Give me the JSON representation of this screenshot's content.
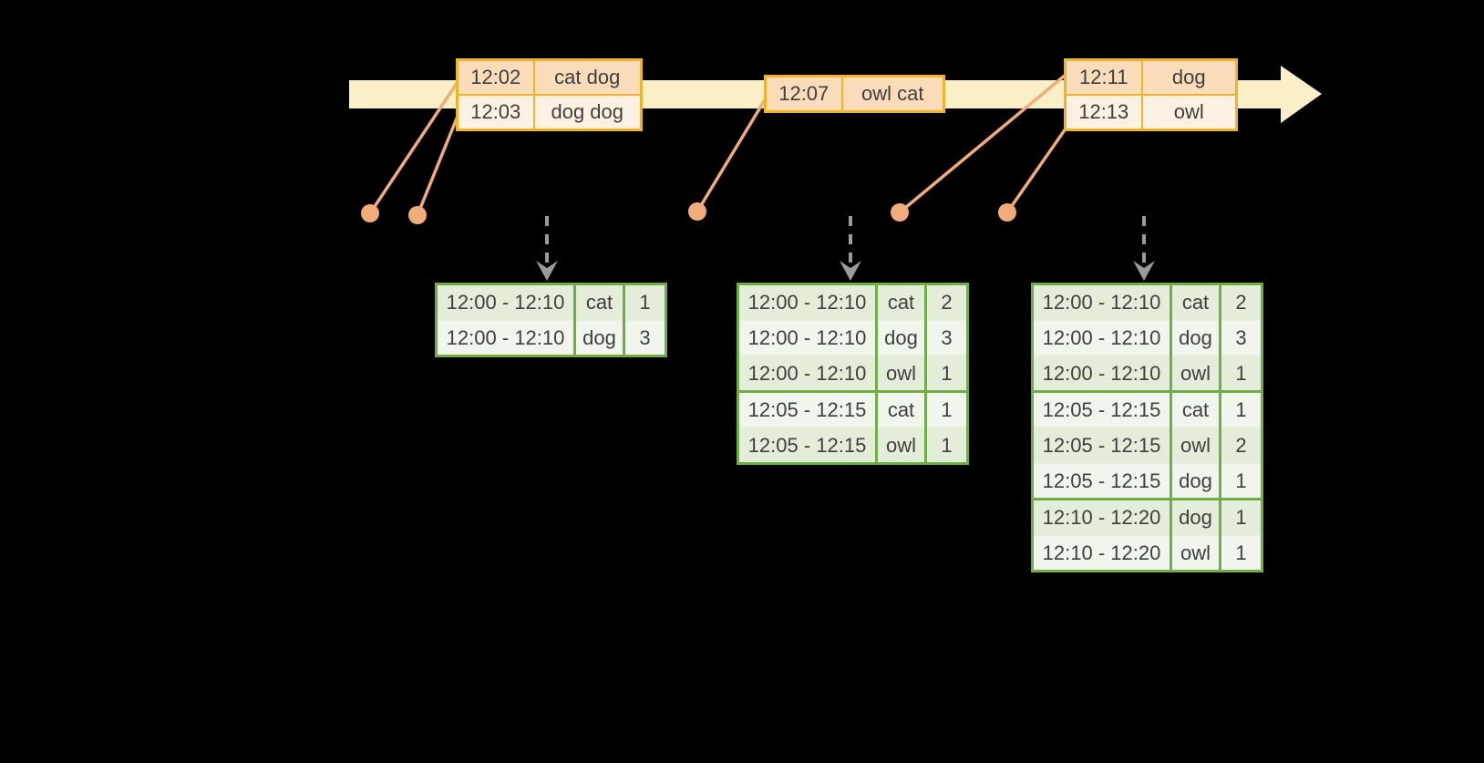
{
  "diagram": {
    "kind": "streaming-windowed-aggregation-timeline",
    "event_tables": [
      {
        "rows": [
          [
            "12:02",
            "cat dog"
          ],
          [
            "12:03",
            "dog dog"
          ]
        ]
      },
      {
        "rows": [
          [
            "12:07",
            "owl cat"
          ]
        ]
      },
      {
        "rows": [
          [
            "12:11",
            "dog"
          ],
          [
            "12:13",
            "owl"
          ]
        ]
      }
    ],
    "result_tables": [
      {
        "rows": [
          [
            "12:00 - 12:10",
            "cat",
            "1"
          ],
          [
            "12:00 - 12:10",
            "dog",
            "3"
          ]
        ]
      },
      {
        "rows": [
          [
            "12:00 - 12:10",
            "cat",
            "2"
          ],
          [
            "12:00 - 12:10",
            "dog",
            "3"
          ],
          [
            "12:00 - 12:10",
            "owl",
            "1"
          ],
          [
            "12:05 - 12:15",
            "cat",
            "1"
          ],
          [
            "12:05 - 12:15",
            "owl",
            "1"
          ]
        ]
      },
      {
        "rows": [
          [
            "12:00 - 12:10",
            "cat",
            "2"
          ],
          [
            "12:00 - 12:10",
            "dog",
            "3"
          ],
          [
            "12:00 - 12:10",
            "owl",
            "1"
          ],
          [
            "12:05 - 12:15",
            "cat",
            "1"
          ],
          [
            "12:05 - 12:15",
            "owl",
            "2"
          ],
          [
            "12:05 - 12:15",
            "dog",
            "1"
          ],
          [
            "12:10 - 12:20",
            "dog",
            "1"
          ],
          [
            "12:10 - 12:20",
            "owl",
            "1"
          ]
        ]
      }
    ],
    "colors": {
      "background": "#000000",
      "timeline_band": "#FBEFC7",
      "event_table_border": "#F0B429",
      "event_row_dark": "#FADCBB",
      "event_row_light": "#FDF1E3",
      "connector_dot": "#F1AC79",
      "trigger_arrow_gray": "#9B9B9B",
      "result_table_border": "#6FAD47",
      "result_row_dark": "#E3EDD9",
      "result_row_light": "#F1F6EC",
      "table_text": "#3F3F3F"
    }
  }
}
